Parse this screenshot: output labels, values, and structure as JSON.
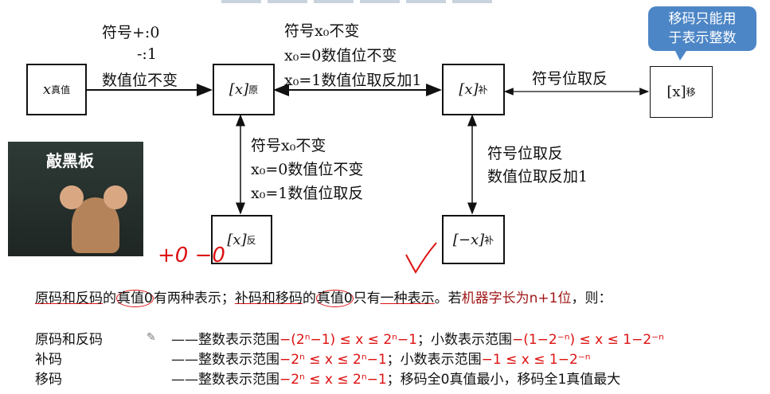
{
  "boxes": {
    "true_value": {
      "var": "x",
      "sub": "真值"
    },
    "sign_mag": {
      "var": "[x]",
      "sub": "原"
    },
    "twos": {
      "var": "[x]",
      "sub": "补"
    },
    "bias": {
      "var": "[x]",
      "sub": "移"
    },
    "ones": {
      "var": "[x]",
      "sub": "反"
    },
    "neg_twos": {
      "var": "[−x]",
      "sub": "补"
    }
  },
  "callout": {
    "line1": "移码只能用",
    "line2": "于表示整数"
  },
  "labels": {
    "sign_plus": "符号+:0",
    "sign_minus": "-:1",
    "value_same": "数值位不变",
    "mid1": "符号x₀不变",
    "mid2": "x₀=0数值位不变",
    "mid3": "x₀=1数值位取反加1",
    "right": "符号位取反",
    "v1": "符号x₀不变",
    "v2": "x₀=0数值位不变",
    "v3": "x₀=1数值位取反",
    "r1": "符号位取反",
    "r2": "数值位取反加1"
  },
  "image": {
    "caption": "敲黑板"
  },
  "handwriting": {
    "zeros": "+0 −0"
  },
  "summary": {
    "a": "原码和反码",
    "b": "的",
    "c": "真值0",
    "d": "有两种表示；",
    "e": "补码和移码",
    "f": "的",
    "g": "真值0",
    "h": "只有",
    "i": "一种表示",
    "j": "。若",
    "k": "机器字长为n+1位",
    "l": "，则："
  },
  "ranges": [
    {
      "name": "原码和反码",
      "dash": "——整数表示范围",
      "int_range": "−(2ⁿ−1) ≤ x ≤ 2ⁿ−1",
      "sep": "；小数表示范围",
      "frac_range": "−(1−2⁻ⁿ) ≤ x ≤ 1−2⁻ⁿ"
    },
    {
      "name": "补码",
      "dash": "——整数表示范围",
      "int_range": "−2ⁿ ≤ x ≤ 2ⁿ−1",
      "sep": "；小数表示范围",
      "frac_range": "−1 ≤ x ≤ 1−2⁻ⁿ"
    },
    {
      "name": "移码",
      "dash": "——整数表示范围",
      "int_range": "−2ⁿ ≤ x ≤ 2ⁿ−1",
      "sep": "；移码全0真值最小，移码全1真值最大",
      "frac_range": ""
    }
  ]
}
